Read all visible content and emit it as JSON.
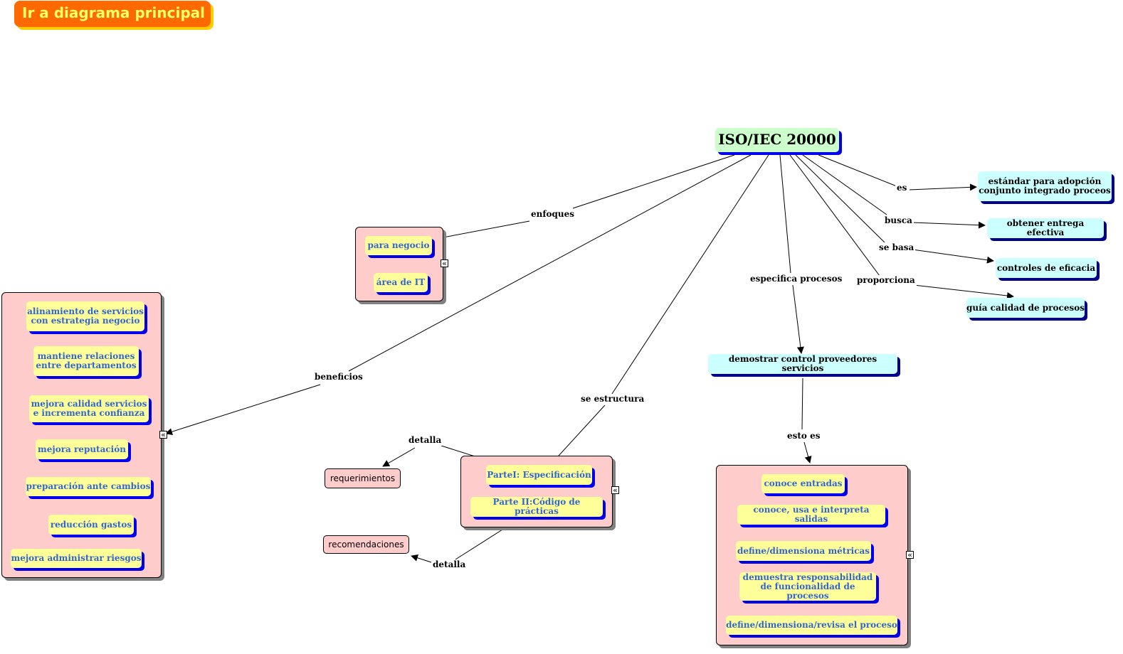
{
  "home_button": "Ir a diagrama principal",
  "main_node": "ISO/IEC 20000",
  "cyan_nodes": {
    "estandar": "estándar para adopción\nconjunto integrado proceos",
    "entrega": "obtener entrega efectiva",
    "controles": "controles de eficacia",
    "guia": "guía calidad de procesos",
    "demostrar": "demostrar control proveedores servicios"
  },
  "enfoques_group": [
    "para negocio",
    "área de IT"
  ],
  "beneficios_group": [
    "alinamiento de servicios\ncon estrategia negocio",
    "mantiene relaciones\nentre departamentos",
    "mejora calidad servicios\ne incrementa confianza",
    "mejora reputación",
    "preparación ante cambios",
    "reducción gastos",
    "mejora administrar riesgos"
  ],
  "estructura_group": [
    "ParteI: Especificación",
    "Parte II:Código de prácticas"
  ],
  "esto_es_group": [
    "conoce entradas",
    "conoce, usa e interpreta salidas",
    "define/dimensiona métricas",
    "demuestra responsabilidad\nde funcionalidad de procesos",
    "define/dimensiona/revisa el proceso"
  ],
  "leaf_nodes": {
    "requerimientos": "requerimientos",
    "recomendaciones": "recomendaciones"
  },
  "link_labels": {
    "enfoques": "enfoques",
    "beneficios": "beneficios",
    "se_estructura": "se estructura",
    "especifica": "especifica procesos",
    "proporciona": "proporciona",
    "es": "es",
    "busca": "busca",
    "se_basa": "se basa",
    "esto_es": "esto es",
    "detalla_1": "detalla",
    "detalla_2": "detalla"
  },
  "collapse_glyph": "«"
}
